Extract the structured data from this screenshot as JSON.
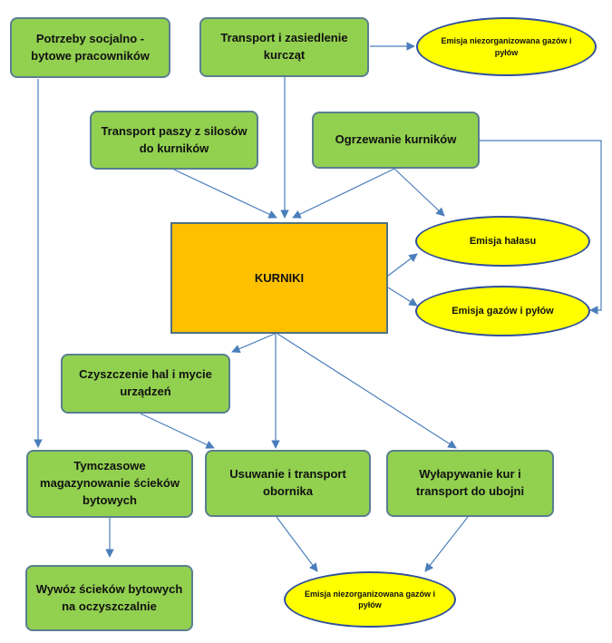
{
  "nodes": {
    "potrzeby": "Potrzeby socjalno - bytowe pracowników",
    "transport_kurczat": "Transport i zasiedlenie kurcząt",
    "transport_paszy": "Transport paszy z silosów do kurników",
    "ogrzewanie": "Ogrzewanie kurników",
    "kurniki": "KURNIKI",
    "czyszczenie": "Czyszczenie hal i mycie urządzeń",
    "magazynowanie": "Tymczasowe magazynowanie ścieków bytowych",
    "usuwanie": "Usuwanie i transport obornika",
    "wylapywanie": "Wyłapywanie kur i transport do ubojni",
    "wywoz": "Wywóz ścieków bytowych na oczyszczalnie"
  },
  "emissions": {
    "top": "Emisja niezorganizowana gazów i pyłów",
    "halas": "Emisja hałasu",
    "gazy": "Emisja gazów i pyłów",
    "bottom": "Emisja niezorganizowana gazów i pyłów"
  },
  "colors": {
    "process_fill": "#92d050",
    "process_border": "#5a7f8f",
    "main_fill": "#ffc000",
    "emission_fill": "#ffff00",
    "emission_border": "#2f4f9e",
    "arrow": "#4a7ebb"
  }
}
